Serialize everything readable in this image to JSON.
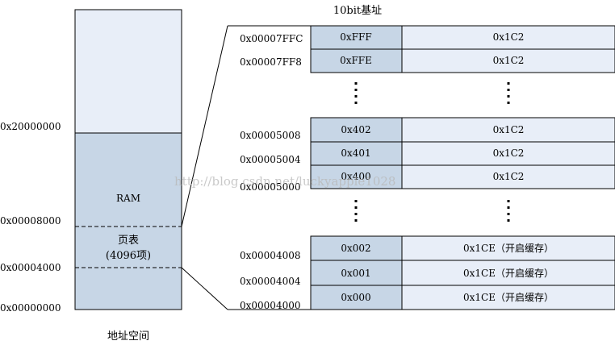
{
  "header": {
    "label": "10bit基址"
  },
  "memory": {
    "caption": "地址空间",
    "regions": {
      "ram": "RAM",
      "page_table_line1": "页表",
      "page_table_line2": "(4096项)"
    },
    "addresses": [
      "0x20000000",
      "0x00008000",
      "0x00004000",
      "0x00000000"
    ],
    "colors": {
      "upper": "#e8eef8",
      "ram": "#c7d6e6",
      "border": "#000000"
    }
  },
  "table": {
    "groups": [
      {
        "rows": [
          {
            "addr": "0x00007FFC",
            "index": "0xFFF",
            "value": "0x1C2"
          },
          {
            "addr": "0x00007FF8",
            "index": "0xFFE",
            "value": "0x1C2"
          }
        ]
      },
      {
        "rows": [
          {
            "addr": "0x00005008",
            "index": "0x402",
            "value": "0x1C2"
          },
          {
            "addr": "0x00005004",
            "index": "0x401",
            "value": "0x1C2"
          },
          {
            "addr": "0x00005000",
            "index": "0x400",
            "value": "0x1C2"
          }
        ]
      },
      {
        "rows": [
          {
            "addr": "0x00004008",
            "index": "0x002",
            "value": "0x1CE（开启缓存）"
          },
          {
            "addr": "0x00004004",
            "index": "0x001",
            "value": "0x1CE（开启缓存）"
          },
          {
            "addr": "0x00004000",
            "index": "0x000",
            "value": "0x1CE（开启缓存）"
          }
        ]
      }
    ],
    "colors": {
      "index_cell": "#c7d6e6",
      "value_cell": "#e8eef8"
    }
  },
  "watermark": "http://blog.csdn.net/luckyapple1028"
}
